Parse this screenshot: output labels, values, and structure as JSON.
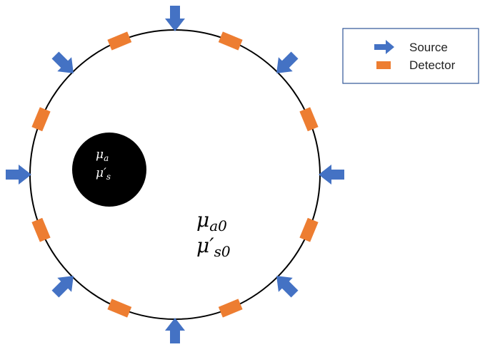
{
  "colors": {
    "source": "#4472C4",
    "detector": "#ED7D31",
    "background_medium": "#ffffff",
    "inclusion": "#000000",
    "legend_border": "#2F5597"
  },
  "legend": {
    "source_label": "Source",
    "detector_label": "Detector"
  },
  "inclusion": {
    "mu_a_symbol": "μ",
    "mu_a_sub": "a",
    "mu_s_symbol": "μ′",
    "mu_s_sub": "s"
  },
  "background": {
    "mu_a_symbol": "μ",
    "mu_a_sub": "a0",
    "mu_s_symbol": "μ′",
    "mu_s_sub": "s0"
  },
  "icons": {
    "source": "arrow-icon",
    "detector": "rectangle-icon"
  },
  "counts": {
    "sources": 8,
    "detectors": 8
  }
}
